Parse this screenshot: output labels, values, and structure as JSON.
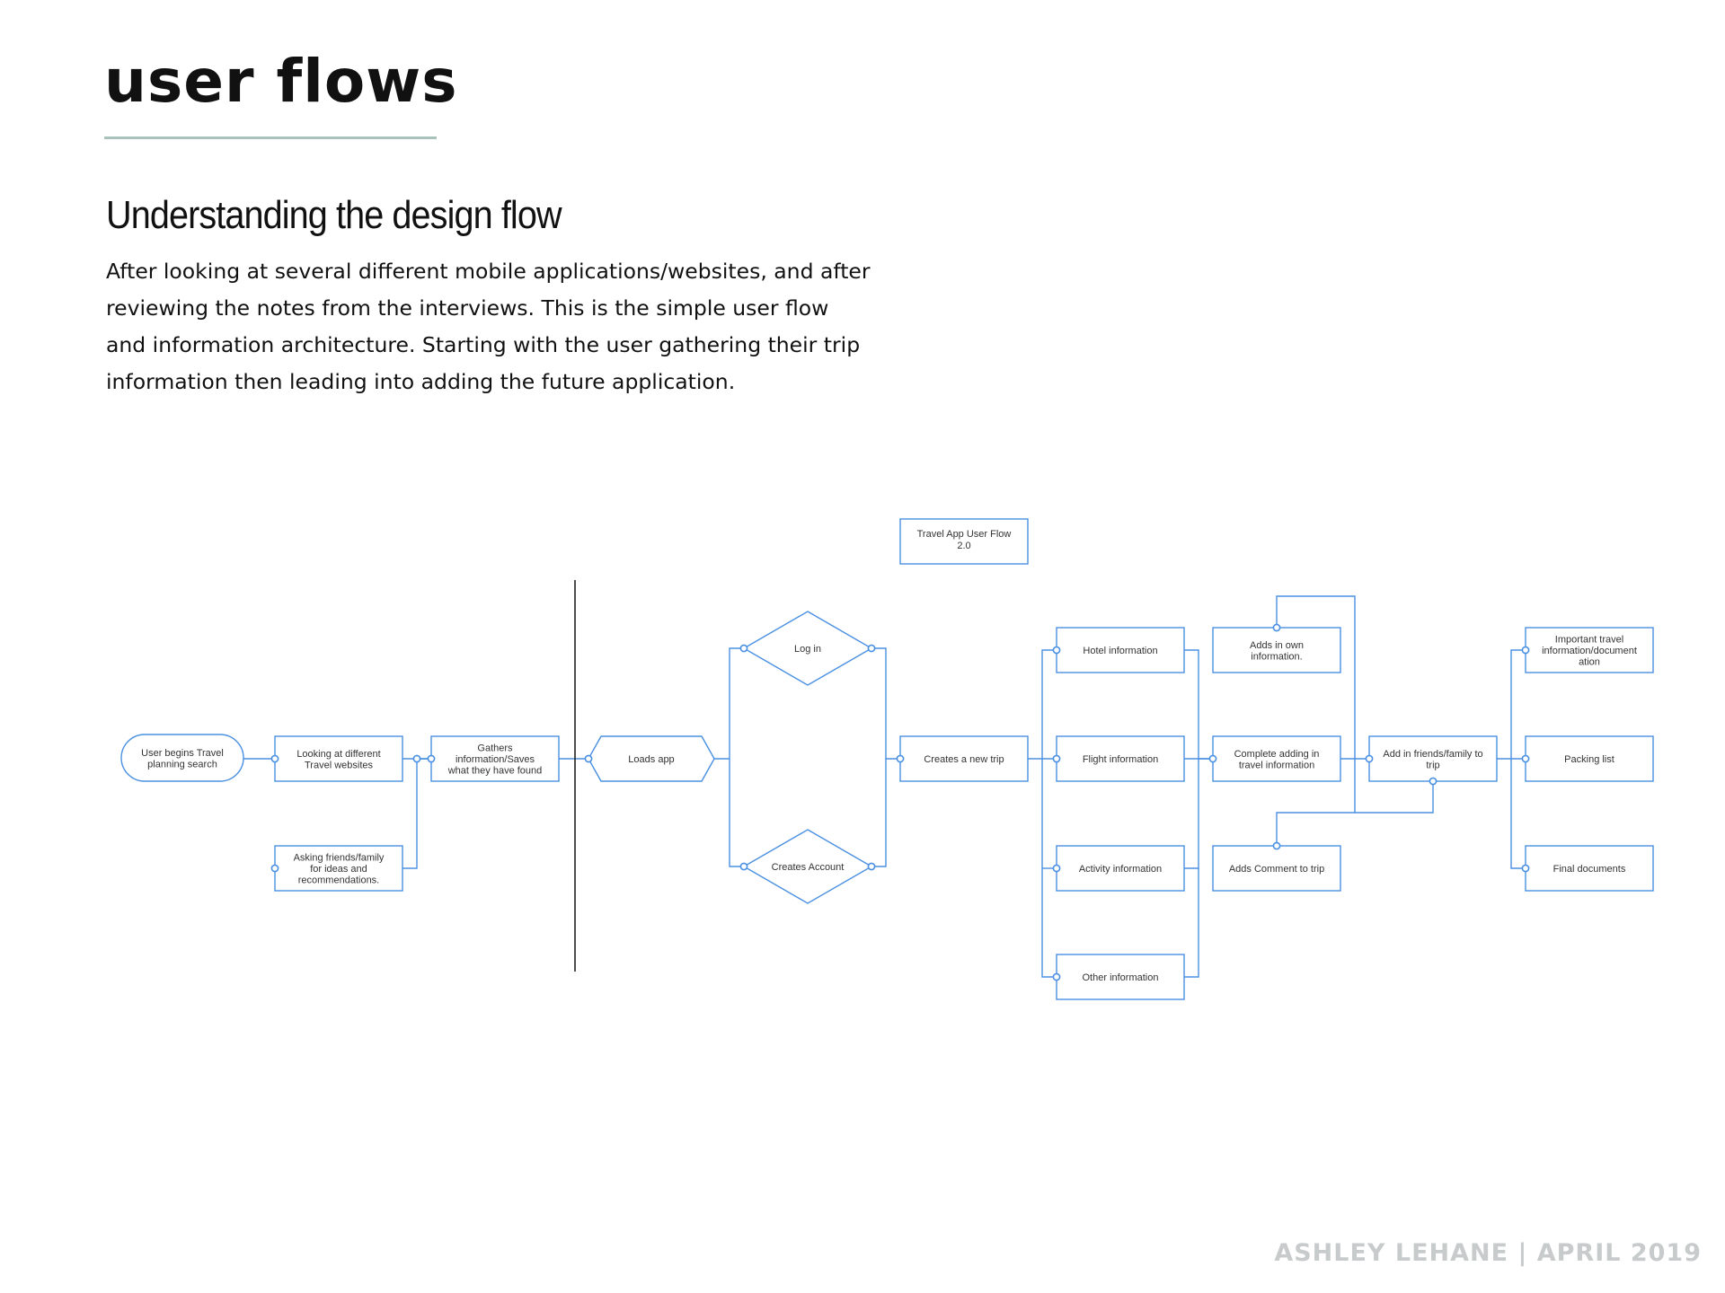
{
  "page": {
    "title": "user flows",
    "subtitle": "Understanding the design flow",
    "body_lines": [
      "After looking at several different mobile applications/websites, and after",
      "reviewing the notes from the interviews. This is the simple user flow",
      "and information architecture. Starting with the user gathering their trip",
      "information then leading into adding the future application."
    ],
    "footer": "ASHLEY LEHANE | APRIL 2019"
  },
  "diagram": {
    "colors": {
      "stroke": "#4a90e2",
      "divider": "#222222",
      "text": "#333333"
    },
    "title": [
      "Travel App User Flow",
      "2.0"
    ],
    "nodes": [
      {
        "id": "user-begins",
        "shape": "terminator",
        "lines": [
          "User begins Travel",
          "planning search"
        ]
      },
      {
        "id": "looking-websites",
        "shape": "process",
        "lines": [
          "Looking at different",
          "Travel websites"
        ]
      },
      {
        "id": "asking-friends",
        "shape": "process",
        "lines": [
          "Asking friends/family",
          "for ideas and",
          "recommendations."
        ]
      },
      {
        "id": "gathers-info",
        "shape": "process",
        "lines": [
          "Gathers",
          "information/Saves",
          "what they have found"
        ]
      },
      {
        "id": "loads-app",
        "shape": "preparation",
        "lines": [
          "Loads app"
        ]
      },
      {
        "id": "log-in",
        "shape": "decision",
        "lines": [
          "Log in"
        ]
      },
      {
        "id": "creates-account",
        "shape": "decision",
        "lines": [
          "Creates Account"
        ]
      },
      {
        "id": "creates-trip",
        "shape": "process",
        "lines": [
          "Creates a new trip"
        ]
      },
      {
        "id": "hotel-info",
        "shape": "process",
        "lines": [
          "Hotel information"
        ]
      },
      {
        "id": "flight-info",
        "shape": "process",
        "lines": [
          "Flight information"
        ]
      },
      {
        "id": "activity-info",
        "shape": "process",
        "lines": [
          "Activity information"
        ]
      },
      {
        "id": "other-info",
        "shape": "process",
        "lines": [
          "Other information"
        ]
      },
      {
        "id": "adds-own-info",
        "shape": "process",
        "lines": [
          "Adds in own",
          "information."
        ]
      },
      {
        "id": "complete-adding",
        "shape": "process",
        "lines": [
          "Complete adding in",
          "travel information"
        ]
      },
      {
        "id": "adds-comment",
        "shape": "process",
        "lines": [
          "Adds Comment to trip"
        ]
      },
      {
        "id": "add-friends",
        "shape": "process",
        "lines": [
          "Add in friends/family to",
          "trip"
        ]
      },
      {
        "id": "important-docs",
        "shape": "process",
        "lines": [
          "Important travel",
          "information/document",
          "ation"
        ]
      },
      {
        "id": "packing-list",
        "shape": "process",
        "lines": [
          "Packing list"
        ]
      },
      {
        "id": "final-docs",
        "shape": "process",
        "lines": [
          "Final documents"
        ]
      }
    ]
  }
}
